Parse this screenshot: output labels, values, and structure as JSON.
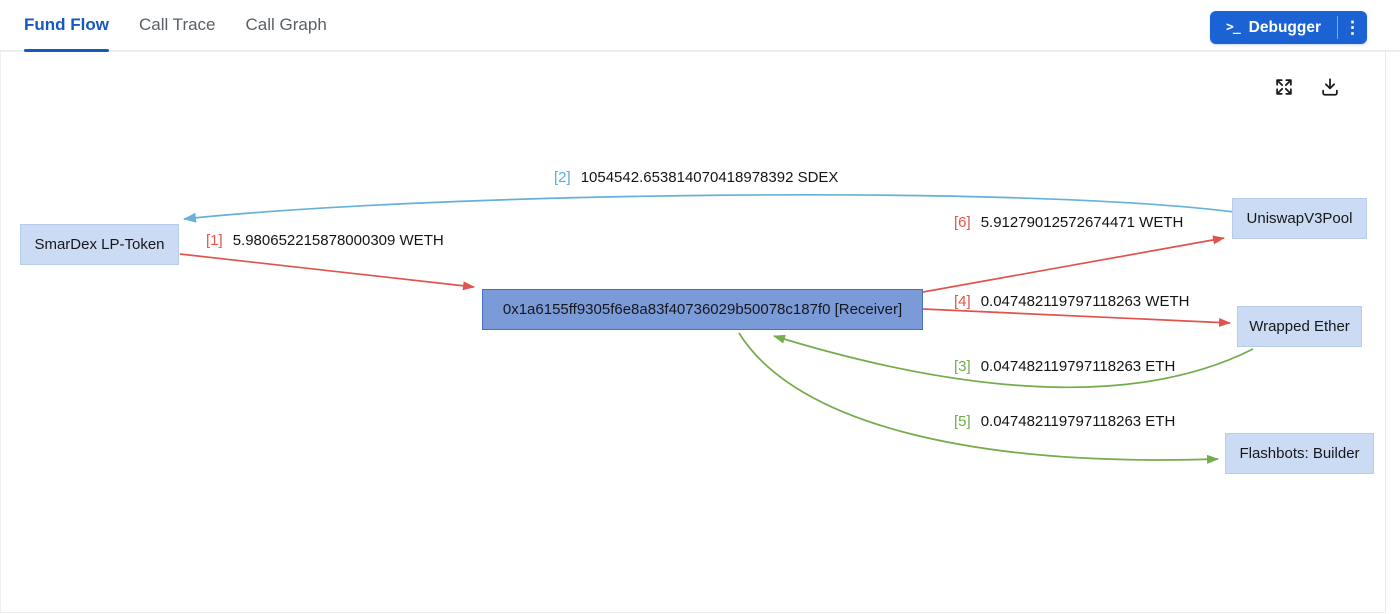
{
  "header": {
    "tabs": [
      {
        "label": "Fund Flow",
        "active": true
      },
      {
        "label": "Call Trace",
        "active": false
      },
      {
        "label": "Call Graph",
        "active": false
      }
    ],
    "debugger_button": {
      "label": "Debugger",
      "icon": "terminal-prompt-icon",
      "glyph": ">_"
    },
    "more_menu": {
      "icon": "kebab-menu-icon",
      "glyph": "⋮"
    }
  },
  "canvas_toolbar": {
    "icons": [
      "fullscreen-expand-icon",
      "download-icon"
    ]
  },
  "graph": {
    "nodes": [
      {
        "id": "smardex",
        "label": "SmarDex LP-Token",
        "style": "light"
      },
      {
        "id": "receiver",
        "label": "0x1a6155ff9305f6e8a83f40736029b50078c187f0 [Receiver]",
        "style": "highlighted"
      },
      {
        "id": "uniswap",
        "label": "UniswapV3Pool",
        "style": "light"
      },
      {
        "id": "wrapped",
        "label": "Wrapped Ether",
        "style": "light"
      },
      {
        "id": "flashbots",
        "label": "Flashbots: Builder",
        "style": "light"
      }
    ],
    "edges": [
      {
        "index": "[1]",
        "amount": "5.980652215878000309 WETH",
        "from": "SmarDex LP-Token",
        "to": "Receiver",
        "color": "red"
      },
      {
        "index": "[2]",
        "amount": "1054542.653814070418978392 SDEX",
        "from": "UniswapV3Pool",
        "to": "SmarDex LP-Token",
        "color": "blue"
      },
      {
        "index": "[3]",
        "amount": "0.047482119797118263 ETH",
        "from": "Wrapped Ether",
        "to": "Receiver",
        "color": "green"
      },
      {
        "index": "[4]",
        "amount": "0.047482119797118263 WETH",
        "from": "Receiver",
        "to": "Wrapped Ether",
        "color": "red"
      },
      {
        "index": "[5]",
        "amount": "0.047482119797118263 ETH",
        "from": "Receiver",
        "to": "Flashbots: Builder",
        "color": "green"
      },
      {
        "index": "[6]",
        "amount": "5.91279012572674471 WETH",
        "from": "Receiver",
        "to": "UniswapV3Pool",
        "color": "red"
      }
    ]
  },
  "colors": {
    "accent_blue": "#1558c0",
    "button_blue": "#1b62d4",
    "edge_red": "#e0544c",
    "edge_green": "#74ac4c",
    "edge_blue": "#66b1d9",
    "node_fill_light": "#cbdbf3",
    "node_fill_focus": "#7b9ad8",
    "node_border_focus": "#4a6fc0"
  }
}
